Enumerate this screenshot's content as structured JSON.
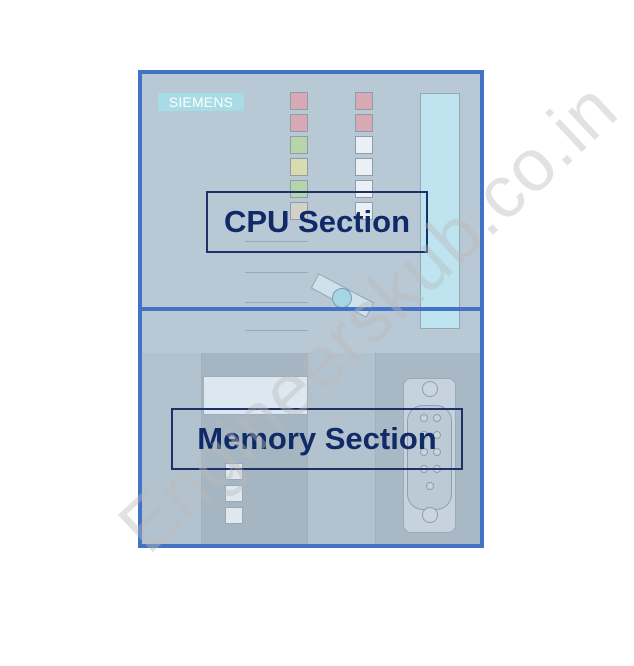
{
  "diagram": {
    "brand": "SIEMENS",
    "cpu_label": "CPU Section",
    "memory_label": "Memory Section",
    "watermark": "Engineerskub.co.in",
    "colors": {
      "outline": "#4472c4",
      "label_text": "#0f2a66",
      "module_body": "#b9c8d5"
    }
  }
}
